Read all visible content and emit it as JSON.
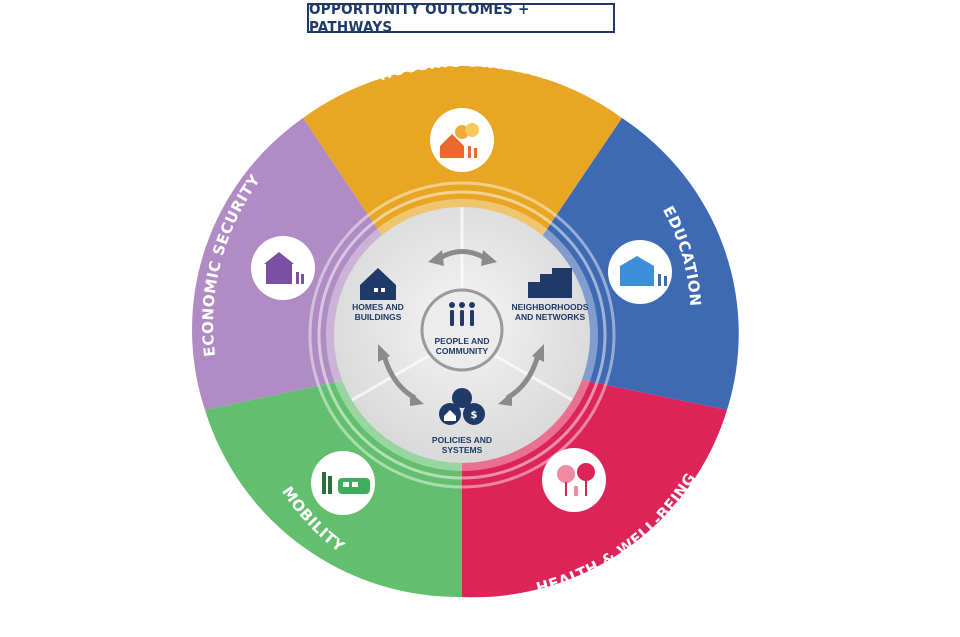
{
  "title": "OPPORTUNITY OUTCOMES + PATHWAYS",
  "outcomes": [
    {
      "label": "HOUSING STABLITY",
      "color": "#e8a624",
      "icon": "house-trees-family-icon"
    },
    {
      "label": "EDUCATION",
      "color": "#3e69b3",
      "icon": "school-building-icon"
    },
    {
      "label": "HEALTH & WELL-BEING",
      "color": "#dd2459",
      "icon": "trees-person-icon"
    },
    {
      "label": "MOBILITY",
      "color": "#62bf6d",
      "icon": "bus-factory-icon"
    },
    {
      "label": "ECONOMIC SECURITY",
      "color": "#b18cc4",
      "icon": "bank-building-icon"
    }
  ],
  "pathways": {
    "homes_line1": "HOMES AND",
    "homes_line2": "BUILDINGS",
    "neighborhoods_line1": "NEIGHBORHOODS",
    "neighborhoods_line2": "AND NETWORKS",
    "policies_line1": "POLICIES AND",
    "policies_line2": "SYSTEMS",
    "people_line1": "PEOPLE AND",
    "people_line2": "COMMUNITY"
  },
  "colors": {
    "navy": "#1f3a68",
    "inner_bg": "#e9e9e9",
    "arrow": "#8b8b8b"
  }
}
